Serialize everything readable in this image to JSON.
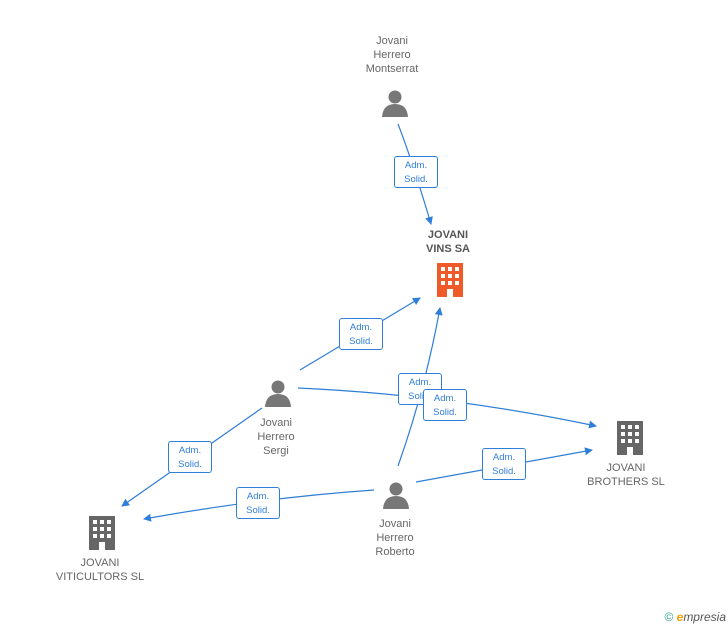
{
  "colors": {
    "edge": "#2f7ed8",
    "person": "#777777",
    "company": "#666666",
    "company_main": "#f05a28"
  },
  "nodes": {
    "montserrat": {
      "lines": [
        "Jovani",
        "Herrero",
        "Montserrat"
      ],
      "icon": "person-icon"
    },
    "vins": {
      "lines": [
        "JOVANI",
        "VINS SA"
      ],
      "icon": "building-icon"
    },
    "sergi": {
      "lines": [
        "Jovani",
        "Herrero",
        "Sergi"
      ],
      "icon": "person-icon"
    },
    "roberto": {
      "lines": [
        "Jovani",
        "Herrero",
        "Roberto"
      ],
      "icon": "person-icon"
    },
    "brothers": {
      "lines": [
        "JOVANI",
        "BROTHERS SL"
      ],
      "icon": "building-icon"
    },
    "viticultors": {
      "lines": [
        "JOVANI",
        "VITICULTORS SL"
      ],
      "icon": "building-icon"
    }
  },
  "edges": [
    {
      "from": "montserrat",
      "to": "vins",
      "label": [
        "Adm.",
        "Solid."
      ]
    },
    {
      "from": "sergi",
      "to": "vins",
      "label": [
        "Adm.",
        "Solid."
      ]
    },
    {
      "from": "roberto",
      "to": "vins",
      "label": [
        "Adm.",
        "Solid."
      ]
    },
    {
      "from": "sergi",
      "to": "brothers",
      "label": [
        "Adm.",
        "Solid."
      ]
    },
    {
      "from": "sergi",
      "to": "viticultors",
      "label": [
        "Adm.",
        "Solid."
      ]
    },
    {
      "from": "roberto",
      "to": "viticultors",
      "label": [
        "Adm.",
        "Solid."
      ]
    },
    {
      "from": "roberto",
      "to": "brothers",
      "label": [
        "Adm.",
        "Solid."
      ]
    }
  ],
  "footer": {
    "copyright": "©",
    "brand_initial": "e",
    "brand_rest": "mpresia"
  }
}
